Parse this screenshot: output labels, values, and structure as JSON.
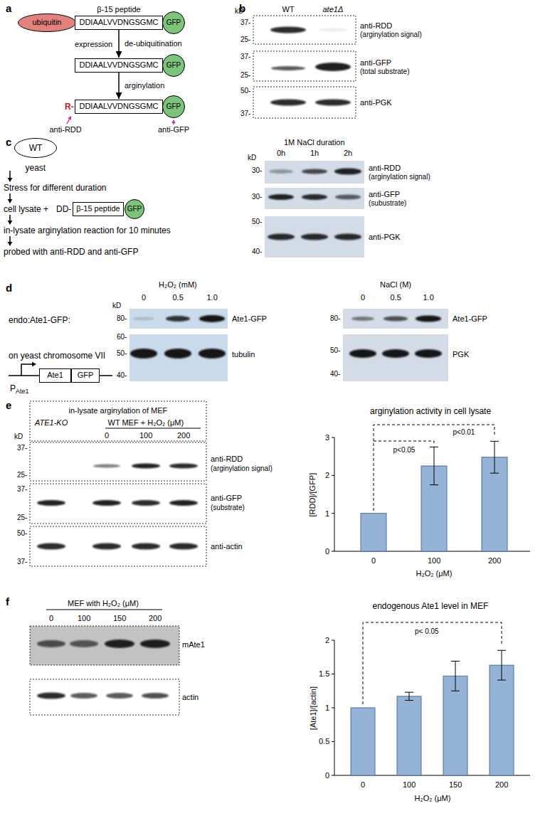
{
  "diagram": {
    "nodes": [
      {
        "text": [
          "ubiquitin"
        ]
      },
      {
        "text": [
          "β-15 peptide",
          "DDIAALVVDNGSGMC"
        ]
      },
      {
        "text": [
          "GFP"
        ]
      },
      {
        "text": [
          "DDIAALVVDNGSGMC"
        ]
      },
      {
        "text": [
          "GFP"
        ]
      },
      {
        "text": [
          "DDIAALVVDNGSGMC"
        ]
      },
      {
        "text": [
          "GFP"
        ]
      },
      {
        "text": [
          "WT"
        ]
      },
      {
        "text": [
          "β-15 peptide"
        ]
      },
      {
        "text": [
          "GFP"
        ]
      },
      {
        "text": [
          "Ate1"
        ]
      },
      {
        "text": [
          "GFP"
        ]
      }
    ],
    "edges": [
      {
        "from": 1,
        "to": 3,
        "arrow": "to",
        "label": "de-ubiquitination"
      },
      {
        "from": 3,
        "to": 5,
        "arrow": "to",
        "label": "arginylation"
      }
    ],
    "labels": [
      "a",
      "expression",
      "R-",
      "anti-RDD",
      "anti-GFP",
      "b",
      "WT",
      "ate1Δ",
      "kD",
      "37-",
      "25-",
      "anti-RDD",
      "(arginylation signal)",
      "37-",
      "25-",
      "anti-GFP",
      "(total substrate)",
      "50-",
      "37-",
      "anti-PGK",
      "c",
      "yeast",
      "Stress for different duration",
      "cell lysate +",
      "DD-",
      "in-lysate arginylation reaction for 10 minutes",
      "probed with anti-RDD and anti-GFP",
      "1M NaCl duration",
      "0h",
      "1h",
      "2h",
      "kD",
      "30-",
      "anti-RDD",
      "(arginylation signal)",
      "30-",
      "anti-GFP",
      "(subustrate)",
      "50-",
      "40-",
      "anti-PGK",
      "d",
      "endo:Ate1-GFP:",
      "on yeast chromosome VII",
      "P",
      "Ate1",
      "H₂O₂ (mM)",
      "0",
      "0.5",
      "1.0",
      "kD",
      "80-",
      "60-",
      "50-",
      "40-",
      "Ate1-GFP",
      "tubulin",
      "NaCl (M)",
      "0",
      "0.5",
      "1.0",
      "80-",
      "50-",
      "40-",
      "Ate1-GFP",
      "PGK",
      "e",
      "in-lysate arginylation of MEF",
      "ATE1-KO",
      "WT MEF + H₂O₂ (μM)",
      "0",
      "100",
      "200",
      "kD",
      "37-",
      "25-",
      "anti-RDD",
      "(arginylation signal)",
      "37-",
      "25-",
      "anti-GFP",
      "(substrate)",
      "50-",
      "37-",
      "anti-actin",
      "arginylation activity in cell lysate",
      "3",
      "2",
      "1",
      "0",
      "[RDD]/[GFP]",
      "0",
      "100",
      "200",
      "H₂O₂ (μM)",
      "p<0.05",
      "p<0.01",
      "f",
      "MEF with H₂O₂ (μM)",
      "0",
      "100",
      "150",
      "200",
      "mAte1",
      "actin",
      "endogenous Ate1 level in MEF",
      "2",
      "1.5",
      "1",
      "0.5",
      "0",
      "[Ate1]/[actin]",
      "0",
      "100",
      "150",
      "200",
      "H₂O₂ (μM)",
      "p< 0.05"
    ]
  }
}
